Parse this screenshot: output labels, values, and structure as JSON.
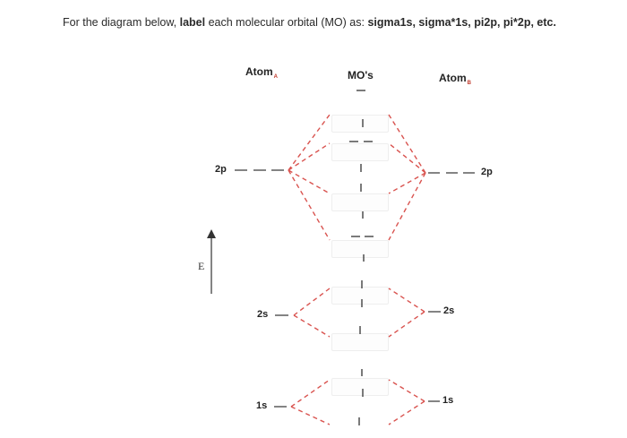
{
  "instruction": {
    "prefix": "For the diagram below, ",
    "bold_word": "label",
    "middle": " each molecular orbital (MO) as: ",
    "examples": "sigma1s, sigma*1s, pi2p, pi*2p, etc."
  },
  "headers": {
    "atom_a": "Atom",
    "atom_a_sub": "A",
    "mos": "MO's",
    "atom_b": "Atom",
    "atom_b_sub": "B"
  },
  "energy_label": "E",
  "atom_a_levels": {
    "p2": "2p",
    "s2": "2s",
    "s1": "1s"
  },
  "atom_b_levels": {
    "p2": "2p",
    "s2": "2s",
    "s1": "1s"
  },
  "colors": {
    "dashes": "#d9534f",
    "lines": "#333333"
  }
}
